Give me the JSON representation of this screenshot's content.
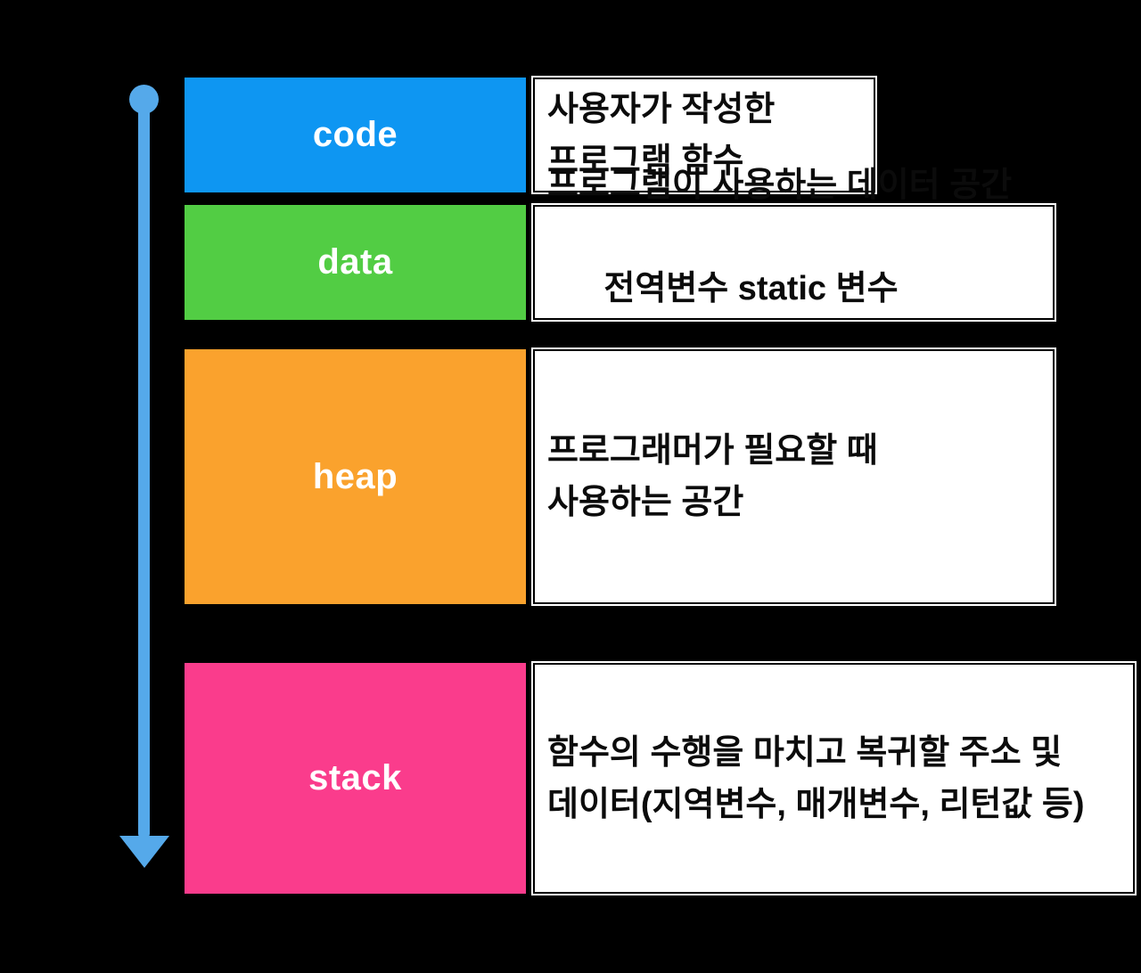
{
  "background": "#000000",
  "arrow": {
    "color": "#55a9ea",
    "direction": "down"
  },
  "text_colors": {
    "label": "#ffffff",
    "description": "#0b0b0b"
  },
  "rows": [
    {
      "label": "code",
      "color": "#0e96f2",
      "desc": {
        "line1": "사용자가 작성한",
        "line2": "프로그램 함수"
      }
    },
    {
      "label": "data",
      "color": "#52cd44",
      "desc": {
        "line1": "프로그램이 사용하는 데이터 공간",
        "line2_prefix": "전역변수 ",
        "line2_bold": "static",
        "line2_suffix": " 변수"
      }
    },
    {
      "label": "heap",
      "color": "#faa22d",
      "desc": {
        "line1": "프로그래머가 필요할 때",
        "line2": "사용하는 공간"
      }
    },
    {
      "label": "stack",
      "color": "#fa3c8c",
      "desc": {
        "line1": "함수의 수행을 마치고 복귀할 주소 및",
        "line2": "데이터(지역변수, 매개변수, 리턴값 등)"
      }
    }
  ]
}
